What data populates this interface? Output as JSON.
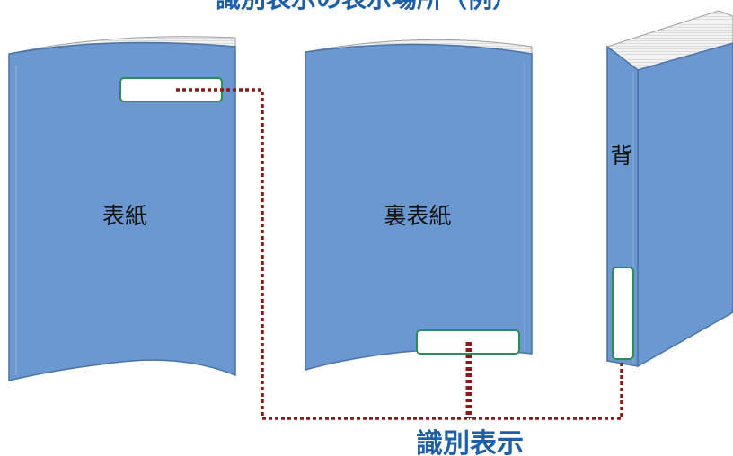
{
  "title": "識別表示の表示場所（例）",
  "books": {
    "front_cover": {
      "label": "表紙"
    },
    "back_cover": {
      "label": "裏表紙"
    },
    "spine": {
      "label": "背"
    }
  },
  "caption": "識別表示",
  "colors": {
    "book_fill": "#6b98d0",
    "book_edge": "#4a73a8",
    "pages": "#e6e6e6",
    "label_box_stroke": "#2e8b57",
    "connector": "#8b1a1a",
    "caption": "#1f5fa8"
  }
}
